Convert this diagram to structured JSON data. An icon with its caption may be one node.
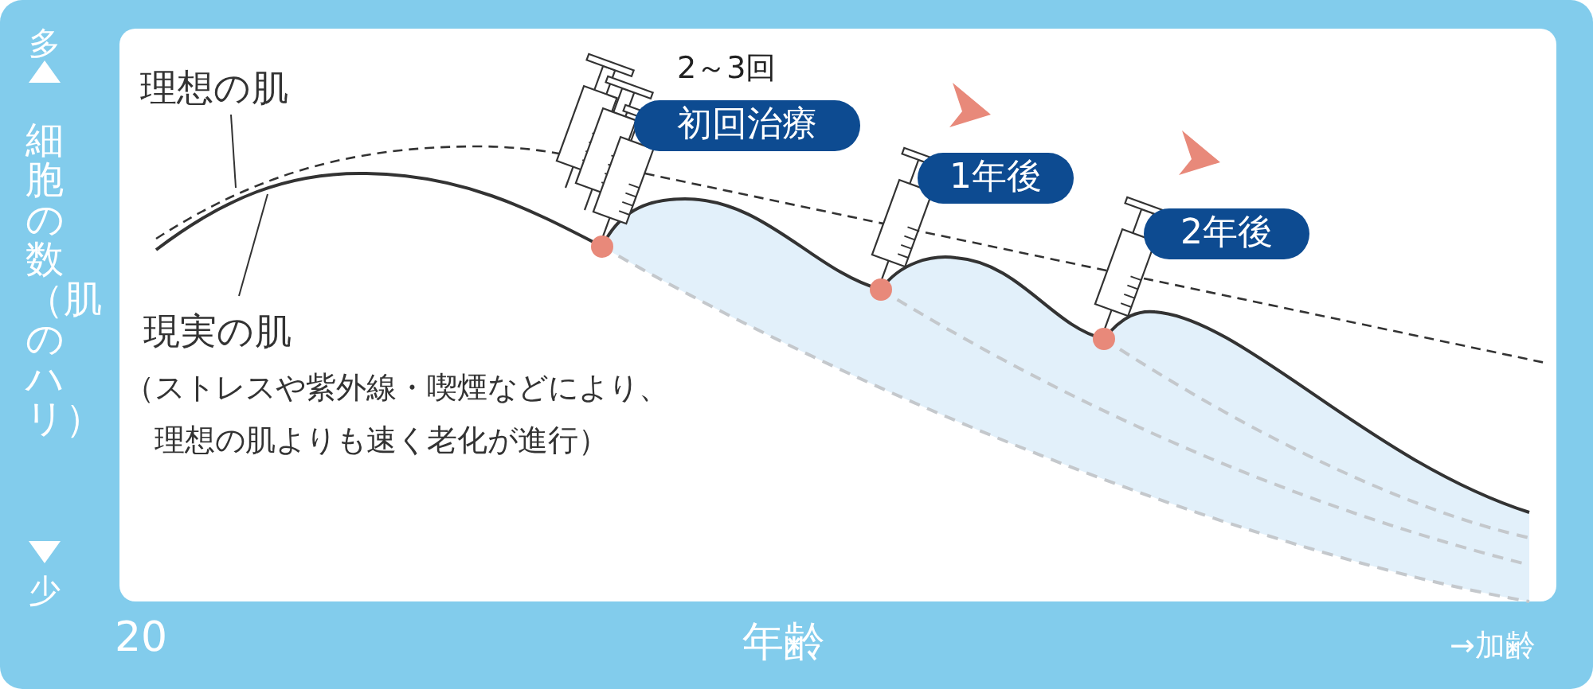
{
  "diagram": {
    "nodes": [
      {
        "text": [
          "理想の肌"
        ]
      },
      {
        "text": [
          "現実の肌",
          "（ストレスや紫外線・喫煙などにより、理想の肌よりも速く老化が進行）"
        ]
      },
      {
        "text": [
          "初回治療"
        ],
        "beside": [
          "2～3回"
        ]
      },
      {
        "text": [
          "1年後"
        ]
      },
      {
        "text": [
          "2年後"
        ]
      }
    ],
    "edges": [
      {
        "from": 0,
        "to": null,
        "arrow": "none"
      },
      {
        "from": 1,
        "to": null,
        "arrow": "none"
      }
    ],
    "labels": [
      "多",
      "細胞の数（肌のハリ）",
      "少",
      "20",
      "年齢",
      "→加齢"
    ]
  }
}
